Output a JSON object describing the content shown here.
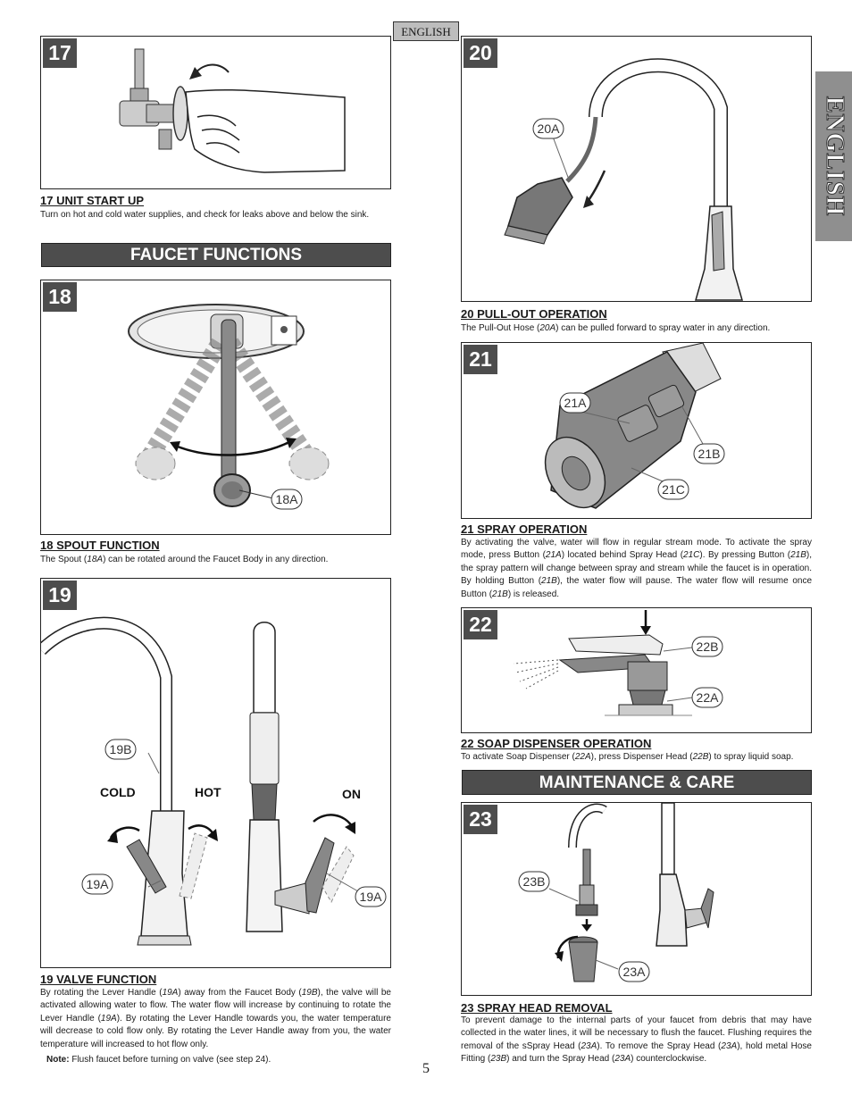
{
  "header": {
    "language_tag": "ENGLISH"
  },
  "side_tab": {
    "label": "ENGLISH"
  },
  "page_number": "5",
  "sections": {
    "faucet_functions_title": "FAUCET FUNCTIONS",
    "maintenance_title": "MAINTENANCE & CARE"
  },
  "steps": {
    "s17": {
      "number": "17",
      "title": "17  UNIT START UP",
      "body": "Turn on hot and cold water supplies, and check for leaks above and below the sink."
    },
    "s18": {
      "number": "18",
      "title": "18  SPOUT  FUNCTION",
      "body": "The Spout (18A) can be rotated around the Faucet Body in any direction.",
      "callouts": {
        "a": "18A"
      }
    },
    "s19": {
      "number": "19",
      "title": "19   VALVE FUNCTION",
      "body": "By rotating the Lever Handle (19A) away from the Faucet Body (19B), the valve will be activated allowing water to flow. The water flow will increase by continuing to rotate the Lever Handle (19A).  By rotating the Lever Handle towards you, the water temperature will decrease to cold flow only.  By rotating the Lever Handle away from you, the water temperature will increased to hot flow only.",
      "note_label": "Note:",
      "note_text": " Flush faucet before turning on valve (see step 24).",
      "callouts": {
        "b": "19B",
        "a_left": "19A",
        "a_right": "19A"
      },
      "labels": {
        "cold": "COLD",
        "hot": "HOT",
        "on": "ON"
      }
    },
    "s20": {
      "number": "20",
      "title": "20  PULL-OUT OPERATION ",
      "body": "The Pull-Out Hose (20A) can be pulled forward to spray water in any direction.",
      "callouts": {
        "a": "20A"
      }
    },
    "s21": {
      "number": "21",
      "title": "21  SPRAY OPERATION",
      "body": "By activating the valve, water will flow in regular stream mode.  To activate the spray mode, press Button (21A) located behind Spray Head (21C).  By pressing Button (21B), the spray pattern will change between spray and stream while the faucet is in operation.  By holding Button (21B), the water flow will pause.  The water flow will resume once Button (21B) is released.",
      "callouts": {
        "a": "21A",
        "b": "21B",
        "c": "21C"
      }
    },
    "s22": {
      "number": "22",
      "title": "22  SOAP DISPENSER OPERATION",
      "body": "To activate Soap Dispenser (22A), press Dispenser Head (22B) to spray liquid soap.",
      "callouts": {
        "a": "22A",
        "b": "22B"
      }
    },
    "s23": {
      "number": "23",
      "title": "23  SPRAY HEAD REMOVAL",
      "body": "To prevent damage to the internal parts of your faucet from debris that may have collected in the water lines, it will be necessary to flush the faucet.  Flushing requires the removal of the sSpray Head (23A).  To remove the Spray Head (23A), hold metal Hose Fitting (23B) and turn the Spray Head (23A) counterclockwise.",
      "callouts": {
        "a": "23A",
        "b": "23B"
      }
    }
  }
}
